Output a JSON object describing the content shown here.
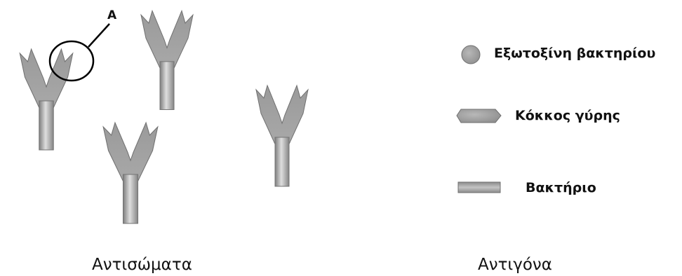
{
  "marker_label": "A",
  "legend": {
    "items": [
      {
        "label": "Εξωτοξίνη βακτηρίου",
        "shape": "circle"
      },
      {
        "label": "Κόκκος γύρης",
        "shape": "hexagon"
      },
      {
        "label": "Βακτήριο",
        "shape": "rectangle"
      }
    ]
  },
  "captions": {
    "antibodies": "Αντισώματα",
    "antigens": "Αντιγόνα"
  },
  "colors": {
    "fill": "#999999",
    "stroke": "#6f6f6f"
  }
}
